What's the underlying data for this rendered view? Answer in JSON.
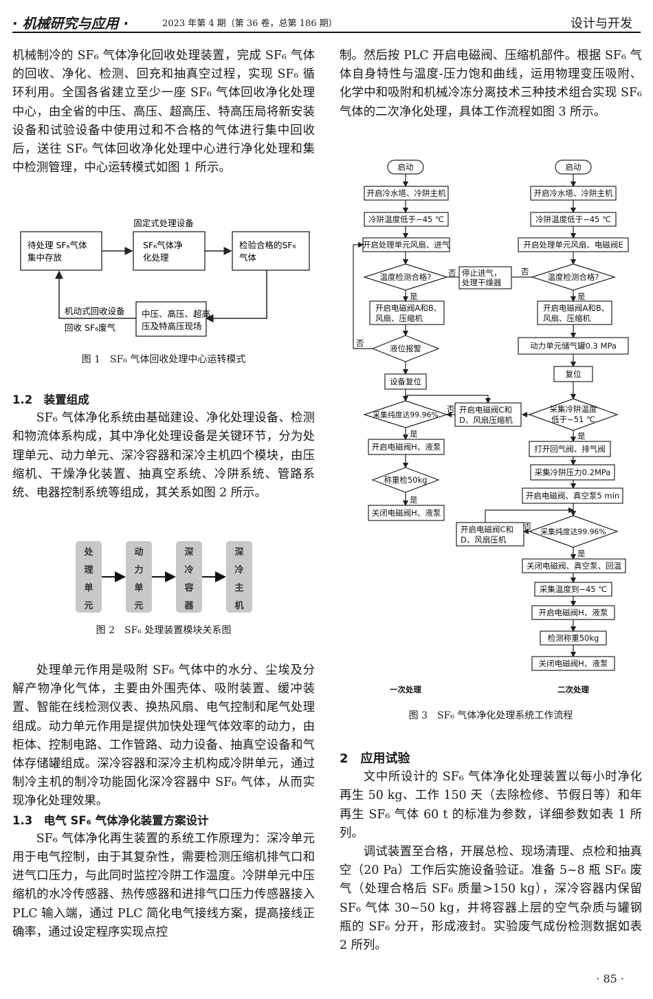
{
  "header": {
    "journal": "· 机械研究与应用 ·",
    "issue": "2023 年第 4 期（第 36 卷，总第 186 期）",
    "section": "设计与开发"
  },
  "left": {
    "p1": "机械制冷的 SF₆ 气体净化回收处理装置，完成 SF₆ 气体的回收、净化、检测、回充和抽真空过程，实现 SF₆ 循环利用。全国各省建立至少一座 SF₆ 气体回收净化处理中心，由全省的中压、高压、超高压、特高压局将新安装设备和试验设备中使用过和不合格的气体进行集中回收后，送往 SF₆ 气体回收净化处理中心进行净化处理和集中检测管理，中心运转模式如图 1 所示。",
    "fig1": {
      "label_fixed": "固定式处理设备",
      "box1": [
        "待处理 SF₆气体",
        "集中存放"
      ],
      "box2": [
        "SF₆气体净",
        "化处理"
      ],
      "box3": [
        "检验合格的SF₆",
        "气体"
      ],
      "box4": [
        "中压、高压、超高",
        "压及特高压现场"
      ],
      "label_mobile": "机动式回收设备",
      "label_recover": "回收 SF₆废气"
    },
    "fig1_caption": "图 1　SF₆ 气体回收处理中心运转模式",
    "h12": "1.2　装置组成",
    "p2": "SF₆ 气体净化系统由基础建设、净化处理设备、检测和物流体系构成，其中净化处理设备是关键环节，分为处理单元、动力单元、深冷容器和深冷主机四个模块，由压缩机、干燥净化装置、抽真空系统、冷阱系统、管路系统、电器控制系统等组成，其关系如图 2 所示。",
    "fig2": {
      "modules": [
        [
          "处",
          "理",
          "单",
          "元"
        ],
        [
          "动",
          "力",
          "单",
          "元"
        ],
        [
          "深",
          "冷",
          "容",
          "器"
        ],
        [
          "深",
          "冷",
          "主",
          "机"
        ]
      ]
    },
    "fig2_caption": "图 2　SF₆ 处理装置模块关系图",
    "p3": "处理单元作用是吸附 SF₆ 气体中的水分、尘埃及分解产物净化气体，主要由外围壳体、吸附装置、缓冲装置、智能在线检测仪表、换热风扇、电气控制和尾气处理组成。动力单元作用是提供加快处理气体效率的动力，由柜体、控制电路、工作管路、动力设备、抽真空设备和气体存储罐组成。深冷容器和深冷主机构成冷阱单元，通过制冷主机的制冷功能固化深冷容器中 SF₆ 气体，从而实现净化处理效果。",
    "h13": "1.3　电气 SF₆ 气体净化装置方案设计",
    "p4": "SF₆ 气体净化再生装置的系统工作原理为：深冷单元用于电气控制，由于其复杂性，需要检测压缩机排气口和进气口压力，与此同时监控冷阱工作温度。冷阱单元中压缩机的水冷传感器、热传感器和进排气口压力传感器接入 PLC 输入端，通过 PLC 简化电气接线方案，提高接线正确率，通过设定程序实现点控"
  },
  "right": {
    "p1": "制。然后按 PLC 开启电磁阀、压缩机部件。根据 SF₆ 气体自身特性与温度-压力饱和曲线，运用物理变压吸附、化学中和吸附和机械冷冻分离技术三种技术组合实现 SF₆ 气体的二次净化处理，具体工作流程如图 3 所示。",
    "fig3": {
      "yes": "是",
      "no": "否",
      "left": {
        "start": "启动",
        "n1": "开启冷水塔、冷阱主机",
        "n2": "冷阱温度低于−45 ℃",
        "n3": "开启处理单元风扇、进气",
        "d1": "温度检测合格?",
        "side1": [
          "停止进气，",
          "处理干燥器"
        ],
        "n4": [
          "开启电磁阀A和B、",
          "风扇、压缩机"
        ],
        "d2": "液位报警",
        "n5": "设备复位",
        "d3": "采集纯度达99.96%",
        "side2": [
          "开启电磁阀C和",
          "D、风扇压缩机"
        ],
        "n6": "开启电磁阀H、液泵",
        "d4": "称重检50kg",
        "n7": "关闭电磁阀H、液泵",
        "label": "一次处理"
      },
      "right": {
        "start": "启动",
        "n1": "开启冷水塔、冷阱主机",
        "n2": "冷阱温度低于−45 ℃",
        "n3": "开启处理单元风扇、电磁阀E",
        "d1": "温度检测合格?",
        "n4": [
          "开启电磁阀A和B、",
          "风扇、压缩机"
        ],
        "n5": "动力单元储气罐0.3 MPa",
        "n6": "复位",
        "d2": [
          "采集冷阱温度",
          "低于−51 ℃"
        ],
        "n7": "打开回气阀、排气阀",
        "n8": "采集冷阱压力0.2MPa",
        "n9": "开启电磁阀、真空泵5 min",
        "d3": "采集纯度达99.96%",
        "side": [
          "开启电磁阀C和",
          "D、风扇压机"
        ],
        "n10": "关闭电磁阀、真空泵、回温",
        "n11": "采集温度到−45 ℃",
        "n12": "开启电磁阀H、液泵",
        "n13": "检测称重50kg",
        "n14": "关闭电磁阀H、液泵",
        "label": "二次处理"
      }
    },
    "fig3_caption": "图 3　SF₆ 气体净化处理系统工作流程",
    "h2": "2　应用试验",
    "p2": "文中所设计的 SF₆ 气体净化处理装置以每小时净化再生 50 kg、工作 150 天（去除检修、节假日等）和年再生 SF₆ 气体 60 t 的标准为参数，详细参数如表 1 所列。",
    "p3": "调试装置至合格，开展总检、现场清理、点检和抽真空（20 Pa）工作后实施设备验证。准备 5~8 瓶 SF₆ 废气（处理合格后 SF₆ 质量>150 kg），深冷容器内保留 SF₆ 气体 30~50 kg，并将容器上层的空气杂质与罐钢瓶的 SF₆ 分开，形成液封。实验废气成份检测数据如表 2 所列。"
  },
  "page_number": "· 85 ·"
}
